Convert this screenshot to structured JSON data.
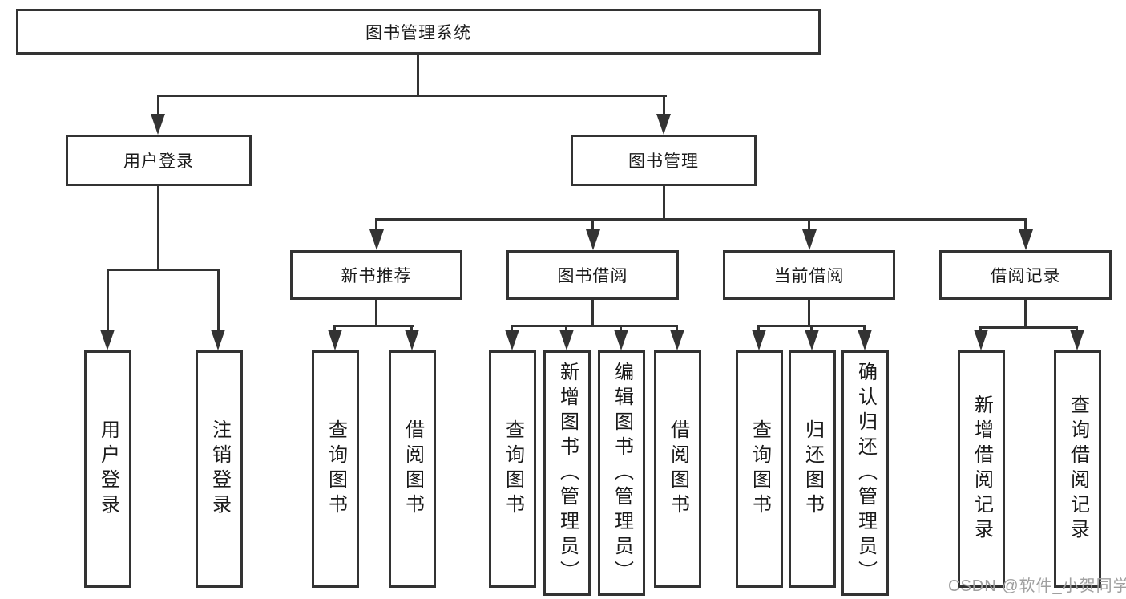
{
  "diagram": {
    "title": "图书管理系统",
    "root": {
      "label": "图书管理系统"
    },
    "level2": [
      {
        "label": "用户登录"
      },
      {
        "label": "图书管理"
      }
    ],
    "level3": [
      {
        "label": "新书推荐"
      },
      {
        "label": "图书借阅"
      },
      {
        "label": "当前借阅"
      },
      {
        "label": "借阅记录"
      }
    ],
    "leaves": {
      "user_login": [
        "用户登录",
        "注销登录"
      ],
      "new_book_recommend": [
        "查询图书",
        "借阅图书"
      ],
      "book_borrow": [
        "查询图书",
        "新增图书（管理员）",
        "编辑图书（管理员）",
        "借阅图书"
      ],
      "current_borrow": [
        "查询图书",
        "归还图书",
        "确认归还（管理员）"
      ],
      "borrow_records": [
        "新增借阅记录",
        "查询借阅记录"
      ]
    }
  },
  "watermark": {
    "text": "CSDN @软件_小贺同学"
  },
  "colors": {
    "line": "#333333",
    "box_border": "#333333",
    "box_fill": "#ffffff",
    "text": "#1a1a1a",
    "watermark": "#9f9f9f",
    "background": "#ffffff"
  }
}
